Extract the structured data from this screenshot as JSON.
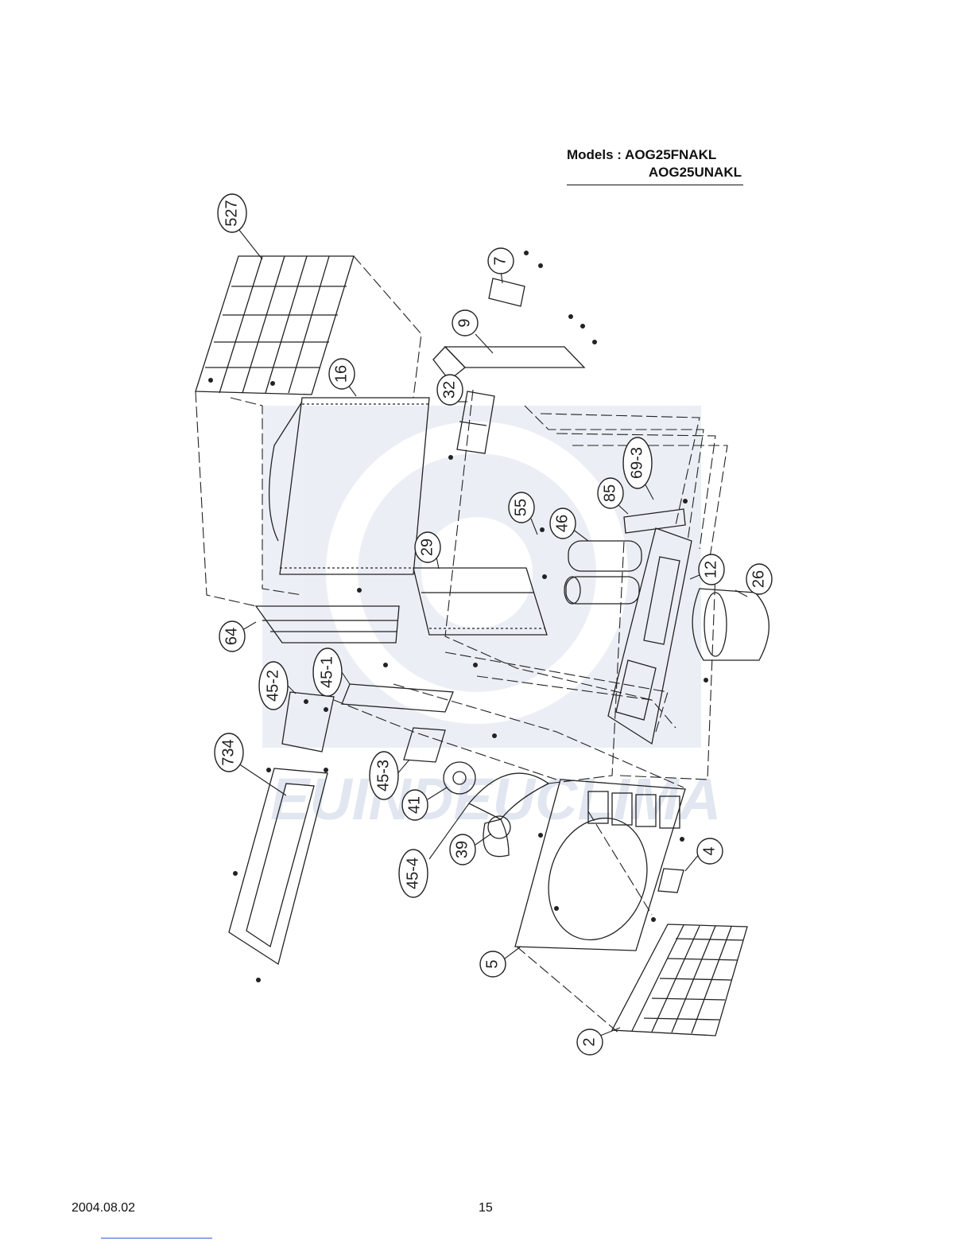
{
  "header": {
    "models_line1": "Models : AOG25FNAKL",
    "models_line2": "AOG25UNAKL"
  },
  "watermark": {
    "text": "EUINDEUCLIMA",
    "color": "#c9d3e4"
  },
  "callouts": [
    {
      "label": "527"
    },
    {
      "label": "7"
    },
    {
      "label": "9"
    },
    {
      "label": "16"
    },
    {
      "label": "32"
    },
    {
      "label": "69-3"
    },
    {
      "label": "85"
    },
    {
      "label": "55"
    },
    {
      "label": "46"
    },
    {
      "label": "29"
    },
    {
      "label": "12"
    },
    {
      "label": "26"
    },
    {
      "label": "64"
    },
    {
      "label": "45-1"
    },
    {
      "label": "45-2"
    },
    {
      "label": "734"
    },
    {
      "label": "45-3"
    },
    {
      "label": "41"
    },
    {
      "label": "39"
    },
    {
      "label": "45-4"
    },
    {
      "label": "4"
    },
    {
      "label": "5"
    },
    {
      "label": "2"
    }
  ],
  "footer": {
    "date": "2004.08.02",
    "page": "15"
  }
}
